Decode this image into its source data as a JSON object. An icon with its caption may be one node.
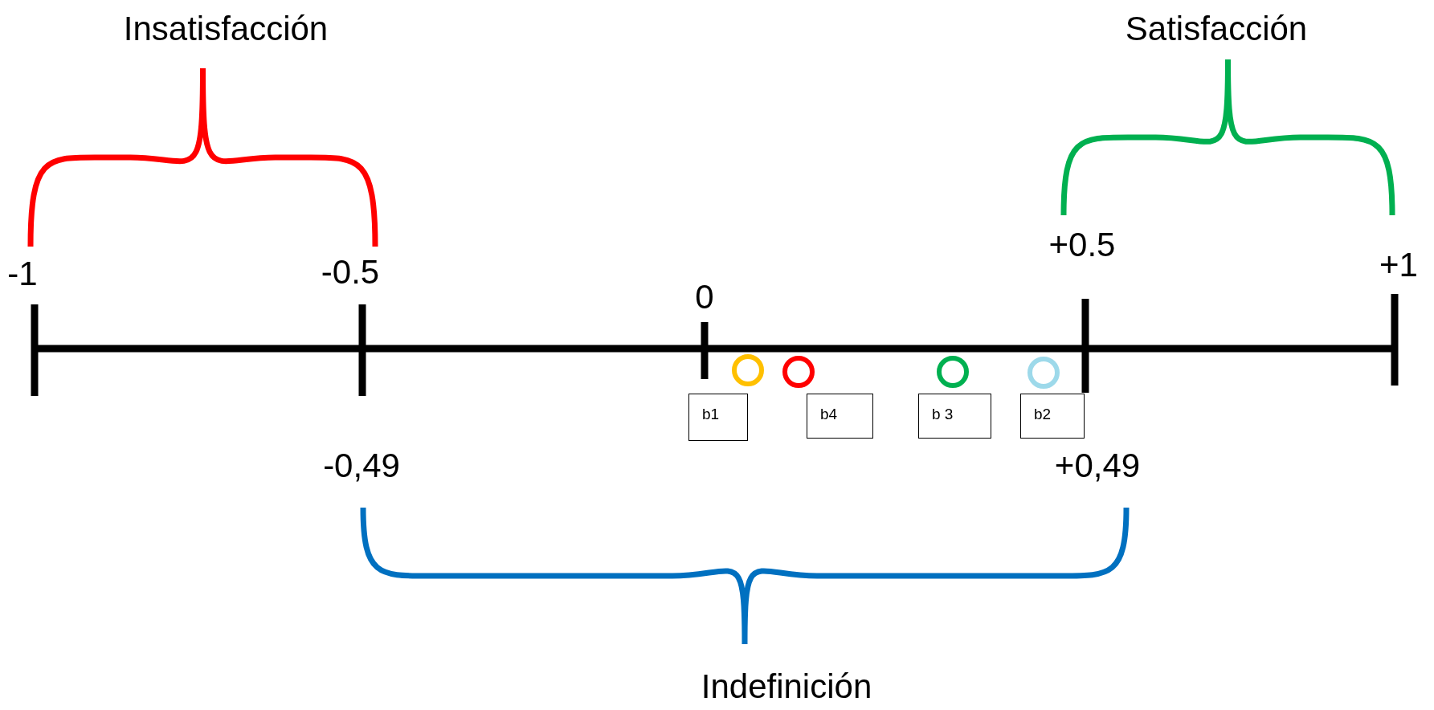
{
  "diagram": {
    "nodes": [
      {
        "text": [
          "b1"
        ]
      },
      {
        "text": [
          "b4"
        ]
      },
      {
        "text": [
          "b 3"
        ]
      },
      {
        "text": [
          "b2"
        ]
      },
      {
        "text": [],
        "shape": "circle"
      },
      {
        "text": [],
        "shape": "circle"
      },
      {
        "text": [],
        "shape": "circle"
      },
      {
        "text": [],
        "shape": "circle"
      }
    ],
    "labels": [
      "Insatisfacción",
      "Satisfacción",
      "-1",
      "-0.5",
      "+0.5",
      "+1",
      "0",
      "-0,49",
      "+0,49",
      "Indefinición"
    ]
  }
}
